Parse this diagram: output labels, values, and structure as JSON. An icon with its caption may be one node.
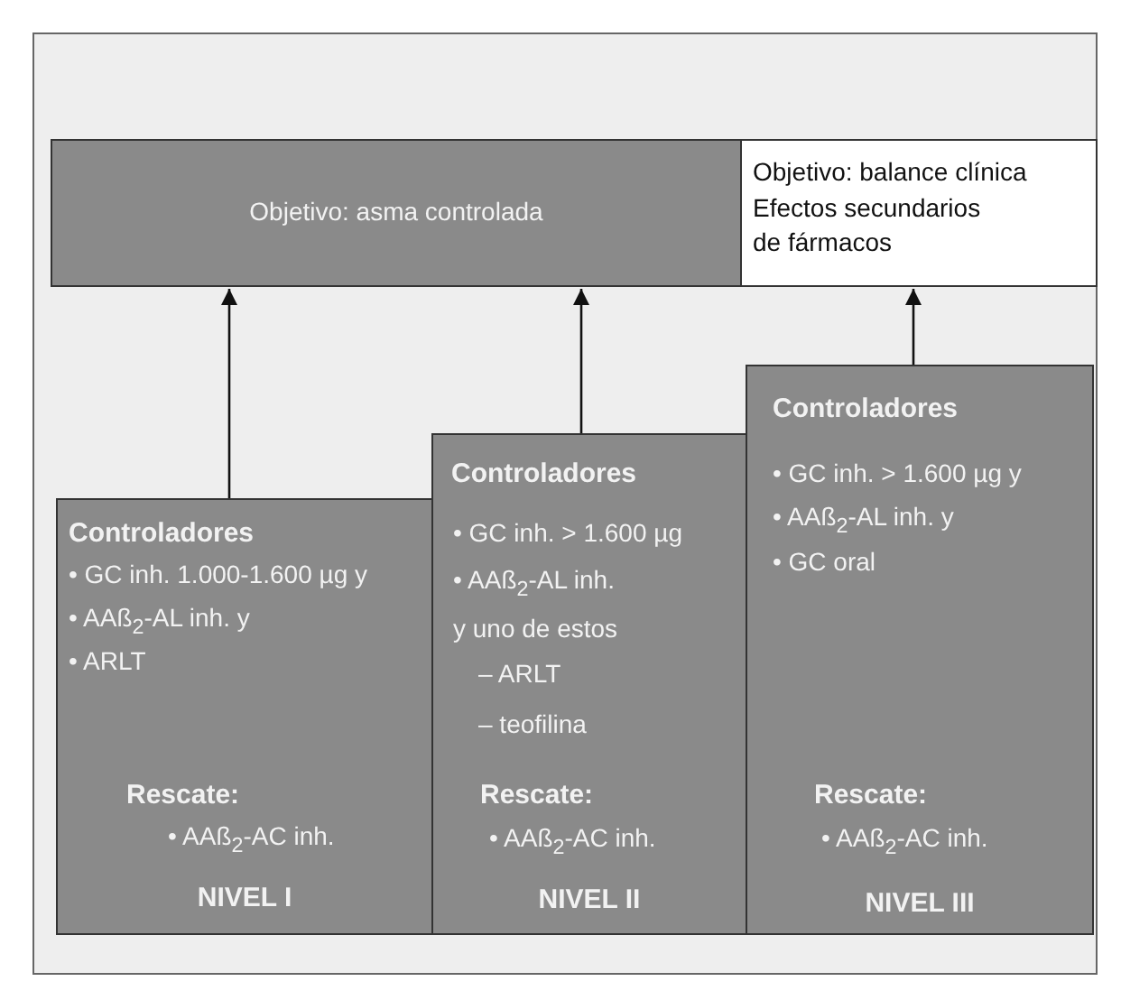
{
  "diagram": {
    "nodes": [
      {
        "text": [
          "Objetivo: asma controlada"
        ]
      },
      {
        "text": [
          "Objetivo: balance clínica",
          "Efectos secundarios de fármacos"
        ]
      },
      {
        "text": [
          "Controladores",
          "• GC inh. 1.000-1.600 µg y",
          "• AAß$_{2}$-AL inh. y",
          "• ARLT",
          "Rescate:",
          "• AAß$_{2}$-AC inh.",
          "NIVEL I"
        ]
      },
      {
        "text": [
          "Controladores",
          "• GC inh. > 1.600 µg",
          "• AAß$_{2}$-AL inh.",
          "y uno de estos",
          "– ARLT",
          "– teofilina",
          "Rescate:",
          "• AAß$_{2}$-AC inh.",
          "NIVEL II"
        ]
      },
      {
        "text": [
          "Controladores",
          "• GC inh. > 1.600 µg y",
          "• AAß$_{2}$-AL inh. y",
          "• GC oral",
          "Rescate:",
          "• AAß$_{2}$-AC inh.",
          "NIVEL III"
        ]
      }
    ],
    "edges": [
      {
        "from": 2,
        "to": 0,
        "arrow": "to"
      },
      {
        "from": 3,
        "to": 0,
        "arrow": "to"
      },
      {
        "from": 4,
        "to": 1,
        "arrow": "to"
      }
    ]
  }
}
